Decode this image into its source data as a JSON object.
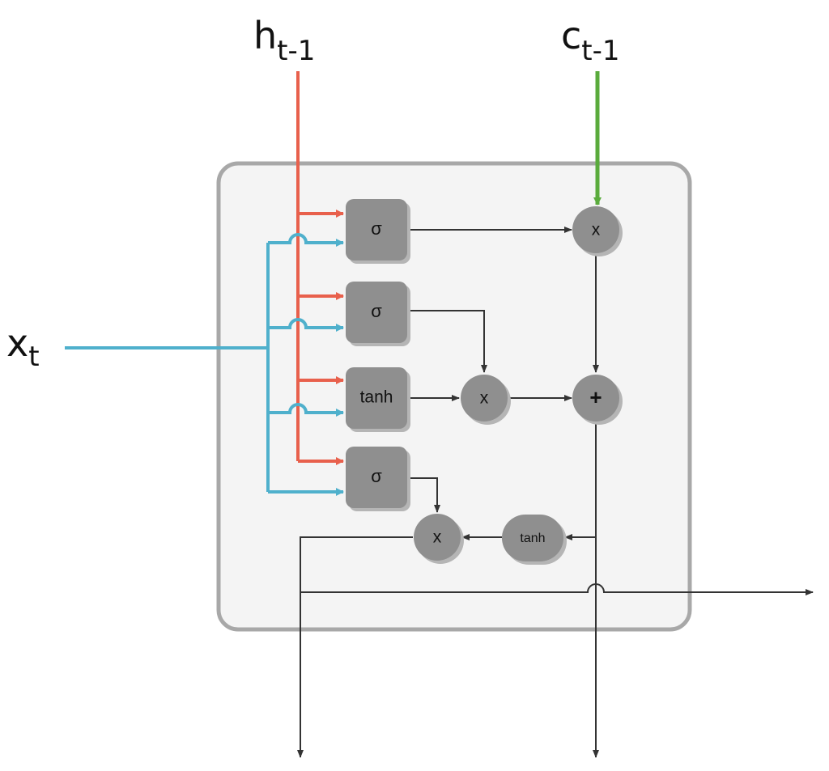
{
  "inputs": {
    "h_prev": {
      "base": "h",
      "sub": "t-1"
    },
    "c_prev": {
      "base": "c",
      "sub": "t-1"
    },
    "x_t": {
      "base": "x",
      "sub": "t"
    }
  },
  "gates": {
    "forget": "σ",
    "input": "σ",
    "candidate": "tanh",
    "output": "σ"
  },
  "ops": {
    "forget_multiply": "x",
    "input_multiply": "x",
    "cell_add": "+",
    "cell_tanh": "tanh",
    "output_multiply": "x"
  },
  "colors": {
    "hidden_line": "#e8604c",
    "cell_line": "#5aab3c",
    "input_line": "#4fb0cc",
    "flow_line": "#333333",
    "node_fill": "#8f8f8f",
    "node_shadow": "#b5b5b5",
    "cell_border": "#a8a8a8",
    "cell_fill": "#f4f4f4"
  },
  "icons": {
    "line_hop": "line-hop-arc",
    "arrow": "arrowhead"
  }
}
